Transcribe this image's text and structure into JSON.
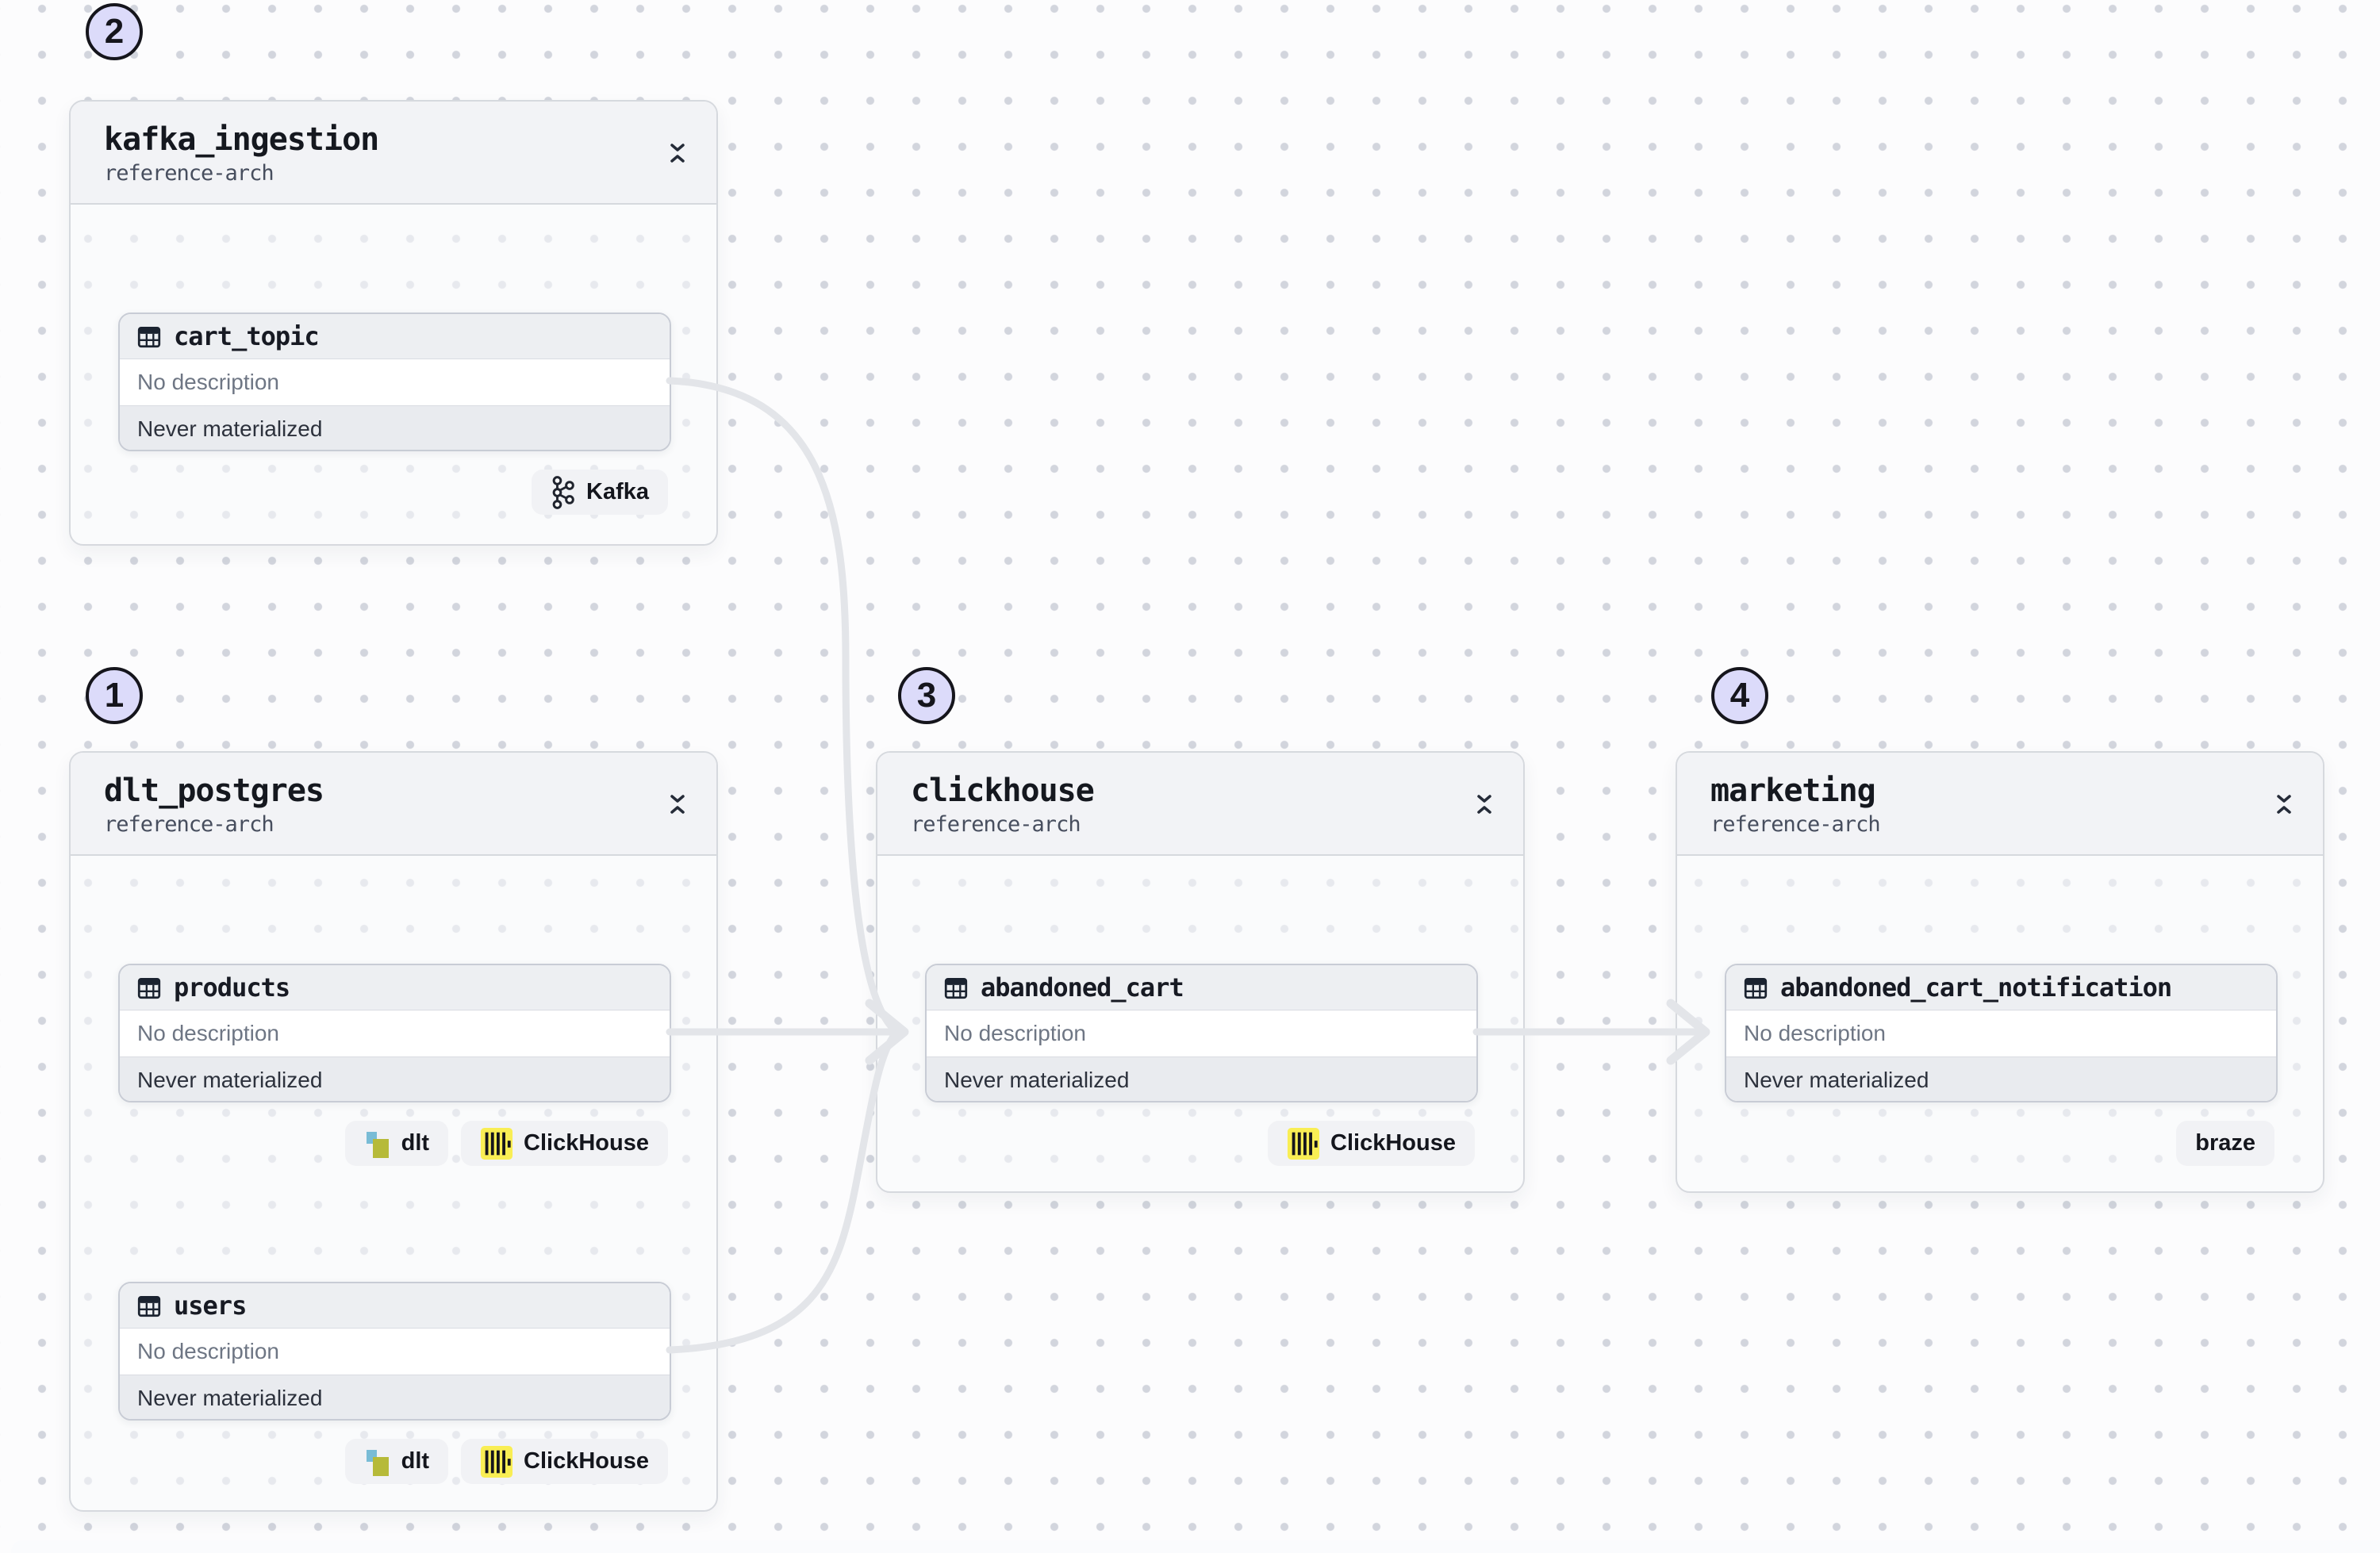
{
  "canvas": {
    "background": "#fcfcfd",
    "dot_color": "#d2d5dd",
    "edge_color": "#e3e5e9"
  },
  "colors": {
    "badge_fill": "#dcdbfa",
    "badge_border": "#15151c",
    "group_header_bg": "#f2f3f6",
    "asset_header_bg": "#edeff2",
    "asset_status_bg": "#e9ebef",
    "chip_bg": "#f1f2f5",
    "clickhouse_yellow": "#f9ee54",
    "dlt_blue": "#79bcd6",
    "dlt_olive": "#b6ba39"
  },
  "groups": [
    {
      "badge": "2",
      "title": "kafka_ingestion",
      "subtitle": "reference-arch",
      "assets": [
        {
          "name": "cart_topic",
          "description": "No description",
          "status": "Never materialized",
          "kinds": [
            {
              "label": "Kafka"
            }
          ]
        }
      ]
    },
    {
      "badge": "1",
      "title": "dlt_postgres",
      "subtitle": "reference-arch",
      "assets": [
        {
          "name": "products",
          "description": "No description",
          "status": "Never materialized",
          "kinds": [
            {
              "label": "dlt"
            },
            {
              "label": "ClickHouse"
            }
          ]
        },
        {
          "name": "users",
          "description": "No description",
          "status": "Never materialized",
          "kinds": [
            {
              "label": "dlt"
            },
            {
              "label": "ClickHouse"
            }
          ]
        }
      ]
    },
    {
      "badge": "3",
      "title": "clickhouse",
      "subtitle": "reference-arch",
      "assets": [
        {
          "name": "abandoned_cart",
          "description": "No description",
          "status": "Never materialized",
          "kinds": [
            {
              "label": "ClickHouse"
            }
          ]
        }
      ]
    },
    {
      "badge": "4",
      "title": "marketing",
      "subtitle": "reference-arch",
      "assets": [
        {
          "name": "abandoned_cart_notification",
          "description": "No description",
          "status": "Never materialized",
          "kinds": [
            {
              "label": "braze"
            }
          ]
        }
      ]
    }
  ],
  "edges": [
    {
      "from": "cart_topic",
      "to": "abandoned_cart"
    },
    {
      "from": "products",
      "to": "abandoned_cart"
    },
    {
      "from": "users",
      "to": "abandoned_cart"
    },
    {
      "from": "abandoned_cart",
      "to": "abandoned_cart_notification"
    }
  ]
}
